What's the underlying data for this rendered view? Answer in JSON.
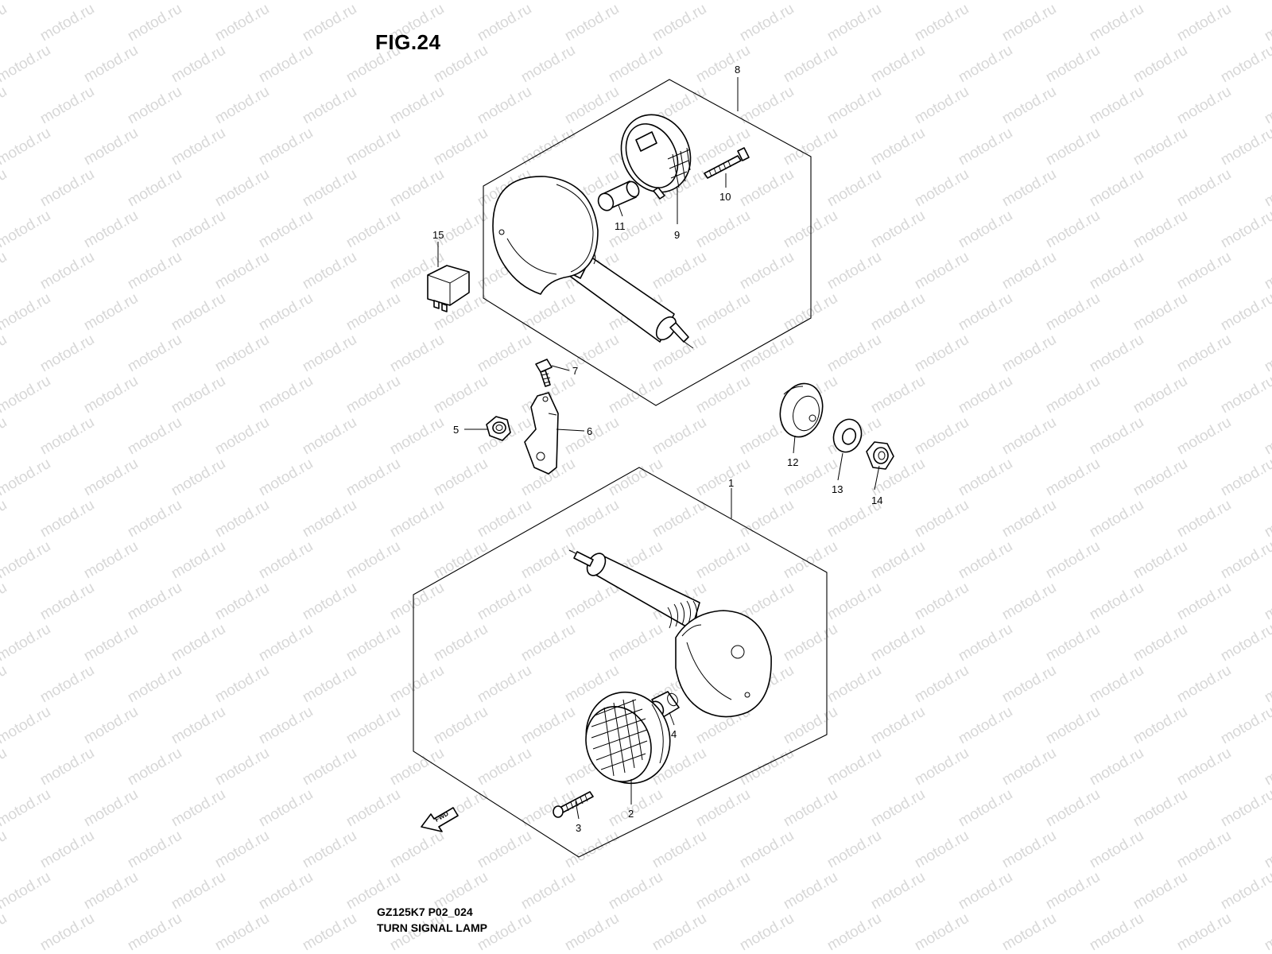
{
  "figure": {
    "title": "FIG.24",
    "model_code": "GZ125K7 P02_024",
    "section_name": "TURN SIGNAL LAMP",
    "forward_marker": "FWD",
    "watermark_text": "motod.ru"
  },
  "callouts": [
    {
      "id": "c1",
      "label": "1"
    },
    {
      "id": "c2",
      "label": "2"
    },
    {
      "id": "c3",
      "label": "3"
    },
    {
      "id": "c4",
      "label": "4"
    },
    {
      "id": "c5",
      "label": "5"
    },
    {
      "id": "c6",
      "label": "6"
    },
    {
      "id": "c7",
      "label": "7"
    },
    {
      "id": "c8",
      "label": "8"
    },
    {
      "id": "c9",
      "label": "9"
    },
    {
      "id": "c10",
      "label": "10"
    },
    {
      "id": "c11",
      "label": "11"
    },
    {
      "id": "c12",
      "label": "12"
    },
    {
      "id": "c13",
      "label": "13"
    },
    {
      "id": "c14",
      "label": "14"
    },
    {
      "id": "c15",
      "label": "15"
    }
  ]
}
